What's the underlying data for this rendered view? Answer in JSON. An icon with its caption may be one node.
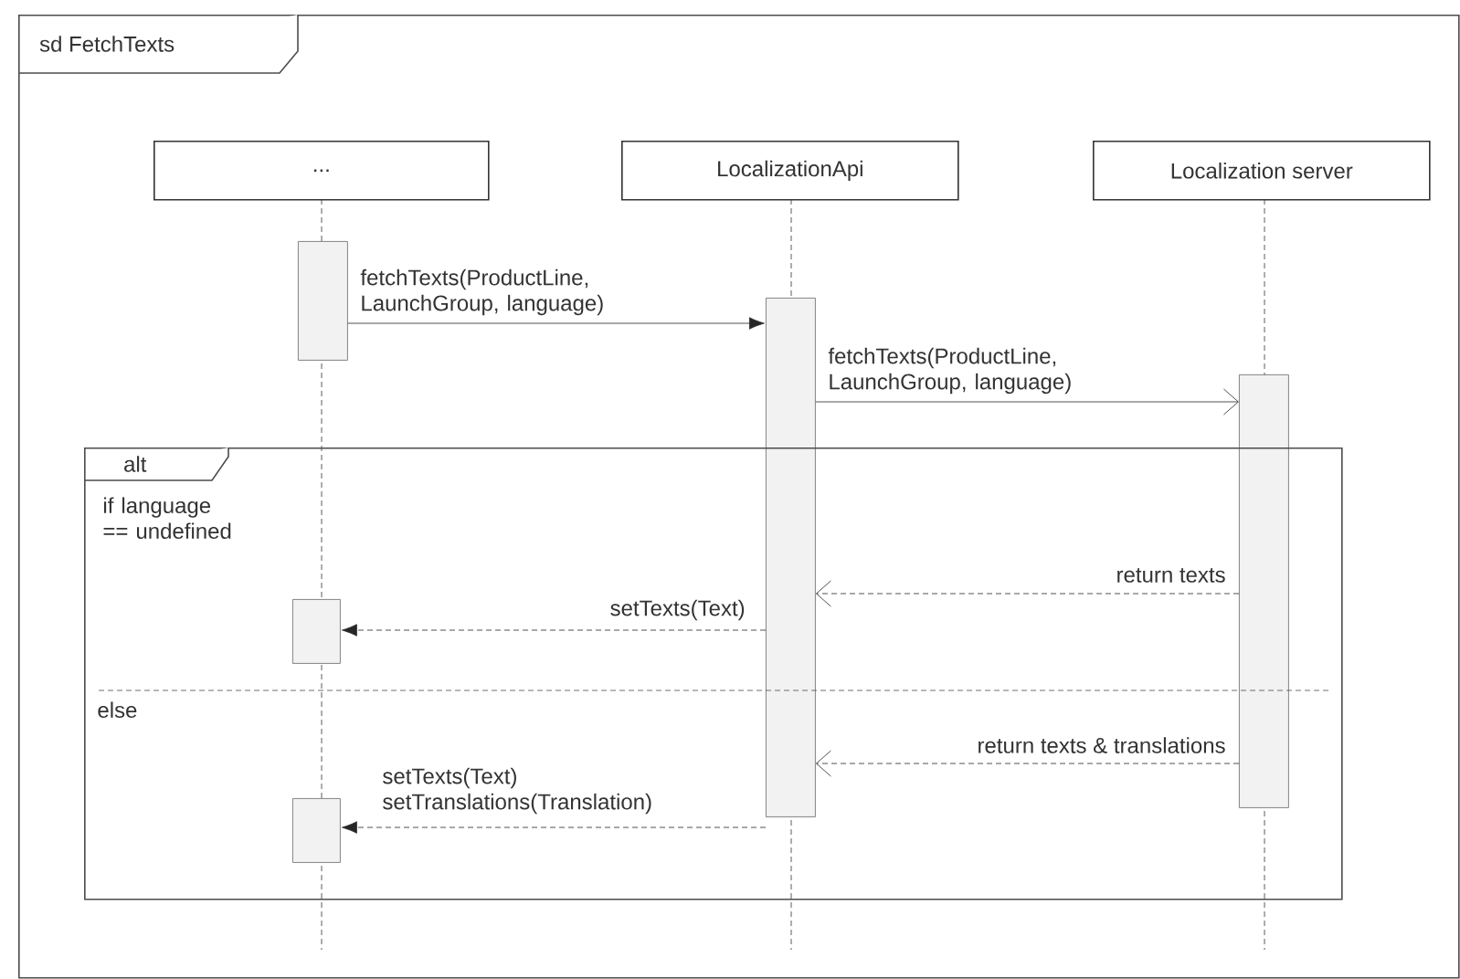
{
  "diagram": {
    "nodes": [
      {
        "text": [
          "sd FetchTexts"
        ]
      },
      {
        "text": [
          "..."
        ],
        "in": 0
      },
      {
        "text": [
          "LocalizationApi"
        ],
        "in": 0
      },
      {
        "text": [
          "Localization server"
        ],
        "in": 0
      },
      {
        "text": [],
        "shape": "bar",
        "in": 0
      },
      {
        "text": [],
        "shape": "bar",
        "in": 0
      },
      {
        "text": [],
        "shape": "bar",
        "in": 0
      },
      {
        "text": [
          "alt",
          "if language == undefined",
          "else"
        ],
        "in": 0
      },
      {
        "text": [],
        "shape": "bar",
        "in": 7
      },
      {
        "text": [],
        "shape": "bar",
        "in": 7
      }
    ],
    "edges": [
      {
        "from": 4,
        "to": 5,
        "arrow": "to",
        "label": "fetchTexts(ProductLine, LaunchGroup, language)"
      },
      {
        "from": 5,
        "to": 6,
        "arrow": "to",
        "label": "fetchTexts(ProductLine, LaunchGroup, language)"
      },
      {
        "from": 6,
        "to": 5,
        "arrow": "to",
        "label": "return texts",
        "style": "dashed"
      },
      {
        "from": 5,
        "to": 8,
        "arrow": "to",
        "label": "setTexts(Text)",
        "style": "dashed"
      },
      {
        "from": 6,
        "to": 5,
        "arrow": "to",
        "label": "return texts & translations",
        "style": "dashed"
      },
      {
        "from": 5,
        "to": 9,
        "arrow": "to",
        "label": "setTexts(Text) setTranslations(Translation)",
        "style": "dashed"
      }
    ]
  }
}
